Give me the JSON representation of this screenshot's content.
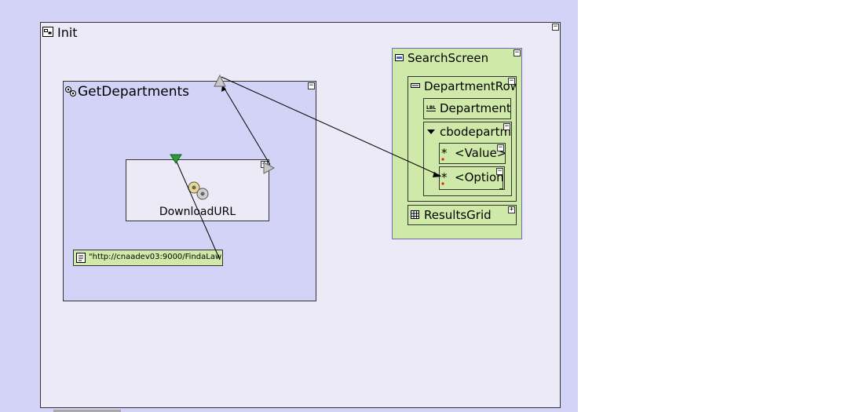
{
  "diagram": {
    "init": {
      "title": "Init"
    },
    "get_departments": {
      "title": "GetDepartments"
    },
    "download_url": {
      "label": "DownloadURL"
    },
    "url_param": {
      "text": "\"http://cnaadev03:9000/FindaLaw"
    },
    "search_screen": {
      "title": "SearchScreen",
      "department_row": {
        "title": "DepartmentRow",
        "department_label": "Department",
        "combo": {
          "title": "cbodepartment",
          "value": "<Value>",
          "options": "<Options>"
        }
      },
      "results_grid": "ResultsGrid"
    },
    "colors": {
      "canvas": "#d3d3f7",
      "container": "#edeaf8",
      "screen_green": "#cfeaa8",
      "connector": "#000000",
      "port_green": "#2e9a3e",
      "port_grey": "#c8c8c8"
    },
    "buttons": {
      "collapse": "−",
      "expand": "+"
    }
  }
}
